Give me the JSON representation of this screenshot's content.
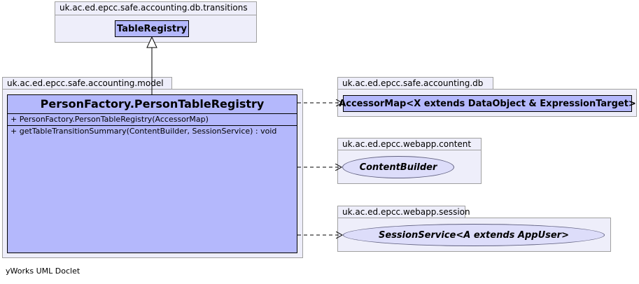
{
  "packages": {
    "transitions": "uk.ac.ed.epcc.safe.accounting.db.transitions",
    "model": "uk.ac.ed.epcc.safe.accounting.model",
    "db": "uk.ac.ed.epcc.safe.accounting.db",
    "content": "uk.ac.ed.epcc.webapp.content",
    "session": "uk.ac.ed.epcc.webapp.session"
  },
  "classes": {
    "table_registry": "TableRegistry",
    "accessor_map": "AccessorMap<X extends DataObject & ExpressionTarget>"
  },
  "main_class": {
    "name": "PersonFactory.PersonTableRegistry",
    "constructor": "+  PersonFactory.PersonTableRegistry(AccessorMap)",
    "method": "+  getTableTransitionSummary(ContentBuilder, SessionService) : void"
  },
  "interfaces": {
    "content_builder": "ContentBuilder",
    "session_service": "SessionService<A extends AppUser>"
  },
  "footer": "yWorks UML Doclet"
}
